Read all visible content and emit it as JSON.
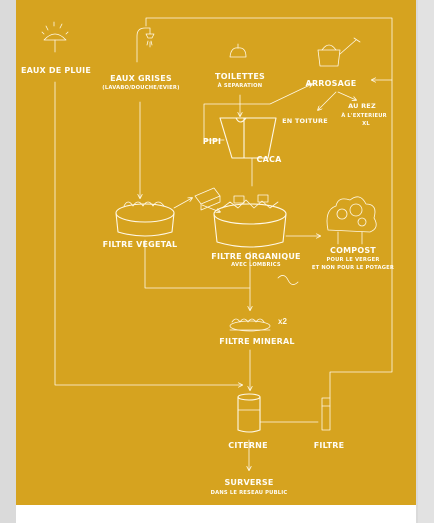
{
  "labels": {
    "eaux_de_pluie": "EAUX DE PLUIE",
    "eaux_grises": "EAUX GRISES",
    "eaux_grises_sub": "(LAVABO/DOUCHE/EVIER)",
    "toilettes": "TOILETTES",
    "toilettes_sub": "À SEPARATION",
    "arrosage": "ARROSAGE",
    "en_toiture": "EN TOITURE",
    "au_rez": "AU REZ",
    "au_rez_sub1": "À L'EXTERIEUR",
    "au_rez_sub2": "XL",
    "pipi": "PIPI",
    "caca": "CACA",
    "filtre_vegetal": "FILTRE VEGETAL",
    "filtre_organique": "FILTRE ORGANIQUE",
    "filtre_organique_sub": "AVEC LOMBRICS",
    "compost": "COMPOST",
    "compost_sub1": "POUR LE VERGER",
    "compost_sub2": "ET NON POUR LE POTAGER",
    "filtre_mineral": "FILTRE MINERAL",
    "x2": "x2",
    "citerne": "CITERNE",
    "filtre": "FILTRE",
    "surverse": "SURVERSE",
    "surverse_sub": "DANS LE RESEAU PUBLIC"
  },
  "colors": {
    "background": "#d6a31f",
    "ink": "#fff8e6"
  }
}
